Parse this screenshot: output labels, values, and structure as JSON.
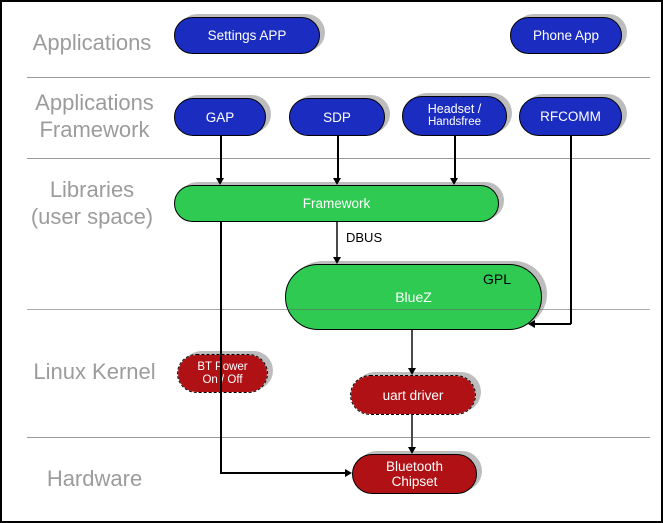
{
  "diagram": {
    "description": "Bluetooth software stack layer diagram",
    "colors": {
      "application_blue": "#1b2dc0",
      "userspace_green": "#2fca52",
      "kernel_red": "#b01114",
      "layer_label_gray": "#9c9c9c",
      "shadow_gray": "#bdbdbd",
      "separator_gray": "#9a9a9a",
      "background": "#ffffff",
      "outer_border": "#000000"
    },
    "layers": {
      "applications": {
        "label": "Applications"
      },
      "applications_framework": {
        "label_line1": "Applications",
        "label_line2": "Framework"
      },
      "libraries": {
        "label_line1": "Libraries",
        "label_line2": "(user space)"
      },
      "linux_kernel": {
        "label": "Linux Kernel"
      },
      "hardware": {
        "label": "Hardware"
      }
    },
    "nodes": {
      "settings_app": {
        "label": "Settings APP"
      },
      "phone_app": {
        "label": "Phone App"
      },
      "gap": {
        "label": "GAP"
      },
      "sdp": {
        "label": "SDP"
      },
      "headset": {
        "line1": "Headset /",
        "line2": "Handsfree"
      },
      "rfcomm": {
        "label": "RFCOMM"
      },
      "framework": {
        "label": "Framework"
      },
      "bluez": {
        "label": "BlueZ",
        "license_tag": "GPL"
      },
      "bt_power": {
        "line1": "BT Power",
        "line2": "On / Off"
      },
      "uart_driver": {
        "label": "uart driver"
      },
      "bluetooth_chipset": {
        "line1": "Bluetooth",
        "line2": "Chipset"
      }
    },
    "connections": {
      "dbus_label": "DBUS"
    }
  }
}
